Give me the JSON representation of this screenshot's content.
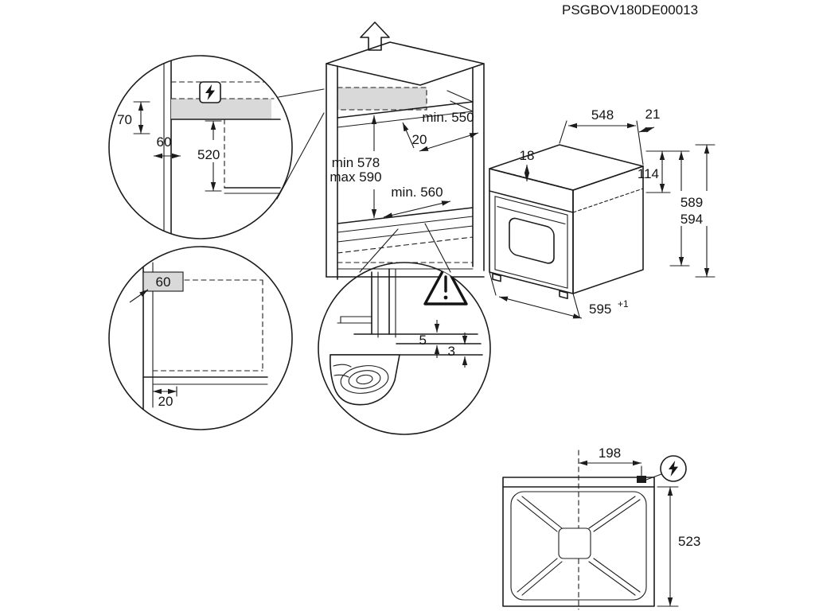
{
  "doc_id": "PSGBOV180DE00013",
  "colors": {
    "line": "#1c1c1c",
    "shade": "#d9d9d9",
    "background": "#ffffff"
  },
  "niche": {
    "min_depth": "min. 550",
    "gap_top": "20",
    "height_min": "min 578",
    "height_max": "max 590",
    "min_width": "min. 560"
  },
  "detail_top": {
    "dim_70": "70",
    "dim_60": "60",
    "dim_520": "520"
  },
  "detail_mid": {
    "dim_60": "60",
    "dim_20": "20"
  },
  "detail_gap": {
    "dim_5": "5",
    "dim_3": "3"
  },
  "oven": {
    "depth": "548",
    "dim_21": "21",
    "dim_18": "18",
    "panel_height": "114",
    "height_inner": "589",
    "height_outer": "594",
    "width": "595",
    "width_tol": "+1"
  },
  "top_view": {
    "dim_198": "198",
    "depth": "523"
  }
}
